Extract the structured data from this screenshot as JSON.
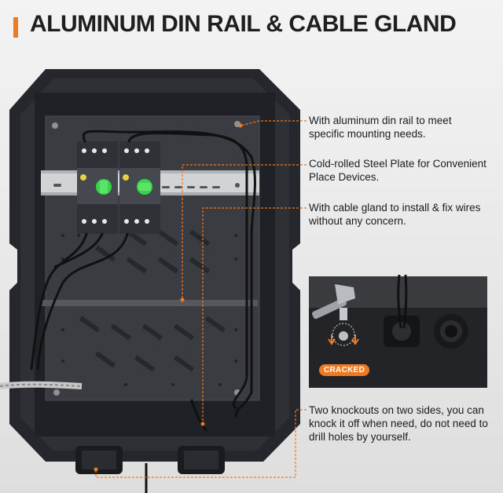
{
  "title": "ALUMINUM DIN RAIL & CABLE GLAND",
  "callouts": {
    "din_rail": "With aluminum din rail to meet specific mounting needs.",
    "steel_plate": "Cold-rolled Steel Plate for Convenient Place Devices.",
    "cable_gland": "With cable gland to install & fix wires without any concern.",
    "knockouts": "Two knockouts on two sides, you can knock it off when need, do not need to drill holes by yourself."
  },
  "inset": {
    "badge": "CRACKED"
  },
  "colors": {
    "accent": "#f07a22",
    "enclosure": "#2b2d33",
    "plate": "#33353b",
    "rail": "#c9cacc",
    "switch_knob": "#37d34a"
  },
  "icons": [
    "hammer-icon",
    "down-arrow-icon"
  ]
}
